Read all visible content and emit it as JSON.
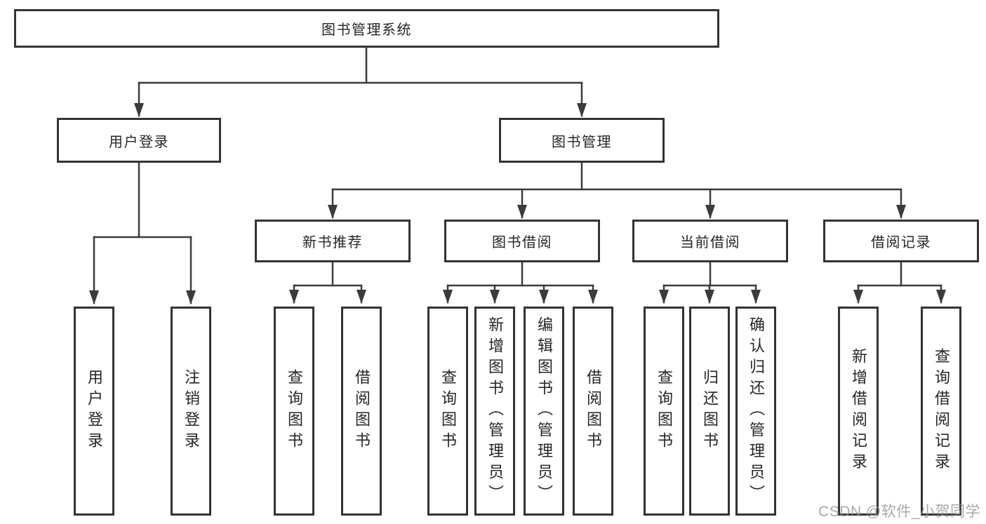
{
  "tree": {
    "root": "图书管理系统",
    "level2": [
      "用户登录",
      "图书管理"
    ],
    "level3": [
      "新书推荐",
      "图书借阅",
      "当前借阅",
      "借阅记录"
    ],
    "leaves": {
      "user_login": [
        "用户登录",
        "注销登录"
      ],
      "new_book": [
        "查询图书",
        "借阅图书"
      ],
      "borrow": [
        "查询图书",
        "新增图书（管理员）",
        "编辑图书（管理员）",
        "借阅图书"
      ],
      "current": [
        "查询图书",
        "归还图书",
        "确认归还（管理员）"
      ],
      "records": [
        "新增借阅记录",
        "查询借阅记录"
      ]
    }
  },
  "watermark": "CSDN @软件_小贺同学",
  "colors": {
    "line": "#3b3b3b",
    "box_border": "#333333",
    "text": "#262626",
    "watermark": "#949494",
    "background": "#ffffff"
  }
}
